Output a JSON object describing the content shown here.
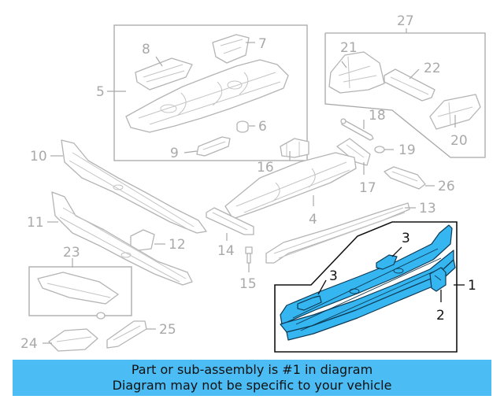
{
  "callouts": {
    "c1": "1",
    "c2": "2",
    "c3a": "3",
    "c3b": "3",
    "c4": "4",
    "c5": "5",
    "c6": "6",
    "c7": "7",
    "c8": "8",
    "c9": "9",
    "c10": "10",
    "c11": "11",
    "c12": "12",
    "c13": "13",
    "c14": "14",
    "c15": "15",
    "c16": "16",
    "c17": "17",
    "c18": "18",
    "c19": "19",
    "c20": "20",
    "c21": "21",
    "c22": "22",
    "c23": "23",
    "c24": "24",
    "c25": "25",
    "c26": "26",
    "c27": "27"
  },
  "banner": {
    "line1": "Part or sub-assembly is #1 in diagram",
    "line2": "Diagram may not be specific to your vehicle"
  },
  "colors": {
    "highlight": "#35b6f0",
    "banner": "#4bbcf4",
    "callout_gray": "#a9a9a9"
  }
}
